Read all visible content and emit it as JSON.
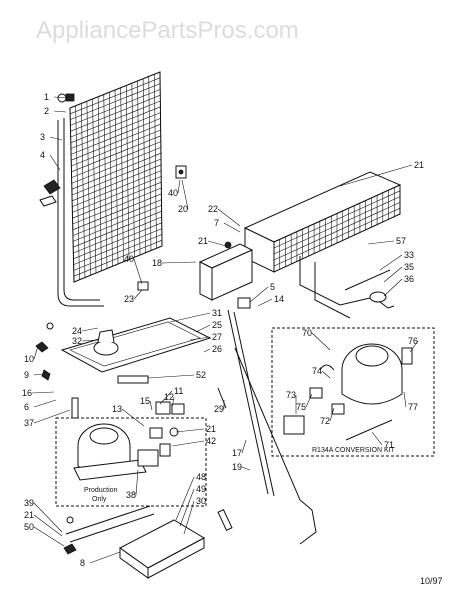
{
  "watermark": "AppliancePartsPros.com",
  "date_code": "10/97",
  "kit_label": "R134A CONVERSION KIT",
  "production_note": [
    "Production",
    "Only"
  ],
  "callouts": [
    "1",
    "2",
    "3",
    "4",
    "40",
    "20",
    "21",
    "22",
    "7",
    "21",
    "18",
    "57",
    "33",
    "35",
    "36",
    "40",
    "23",
    "5",
    "14",
    "31",
    "25",
    "27",
    "26",
    "24",
    "32",
    "10",
    "9",
    "16",
    "6",
    "37",
    "52",
    "11",
    "15",
    "12",
    "13",
    "21",
    "42",
    "29",
    "17",
    "19",
    "38",
    "39",
    "21",
    "50",
    "48",
    "49",
    "30",
    "8",
    "70",
    "74",
    "76",
    "73",
    "75",
    "72",
    "77",
    "71"
  ]
}
